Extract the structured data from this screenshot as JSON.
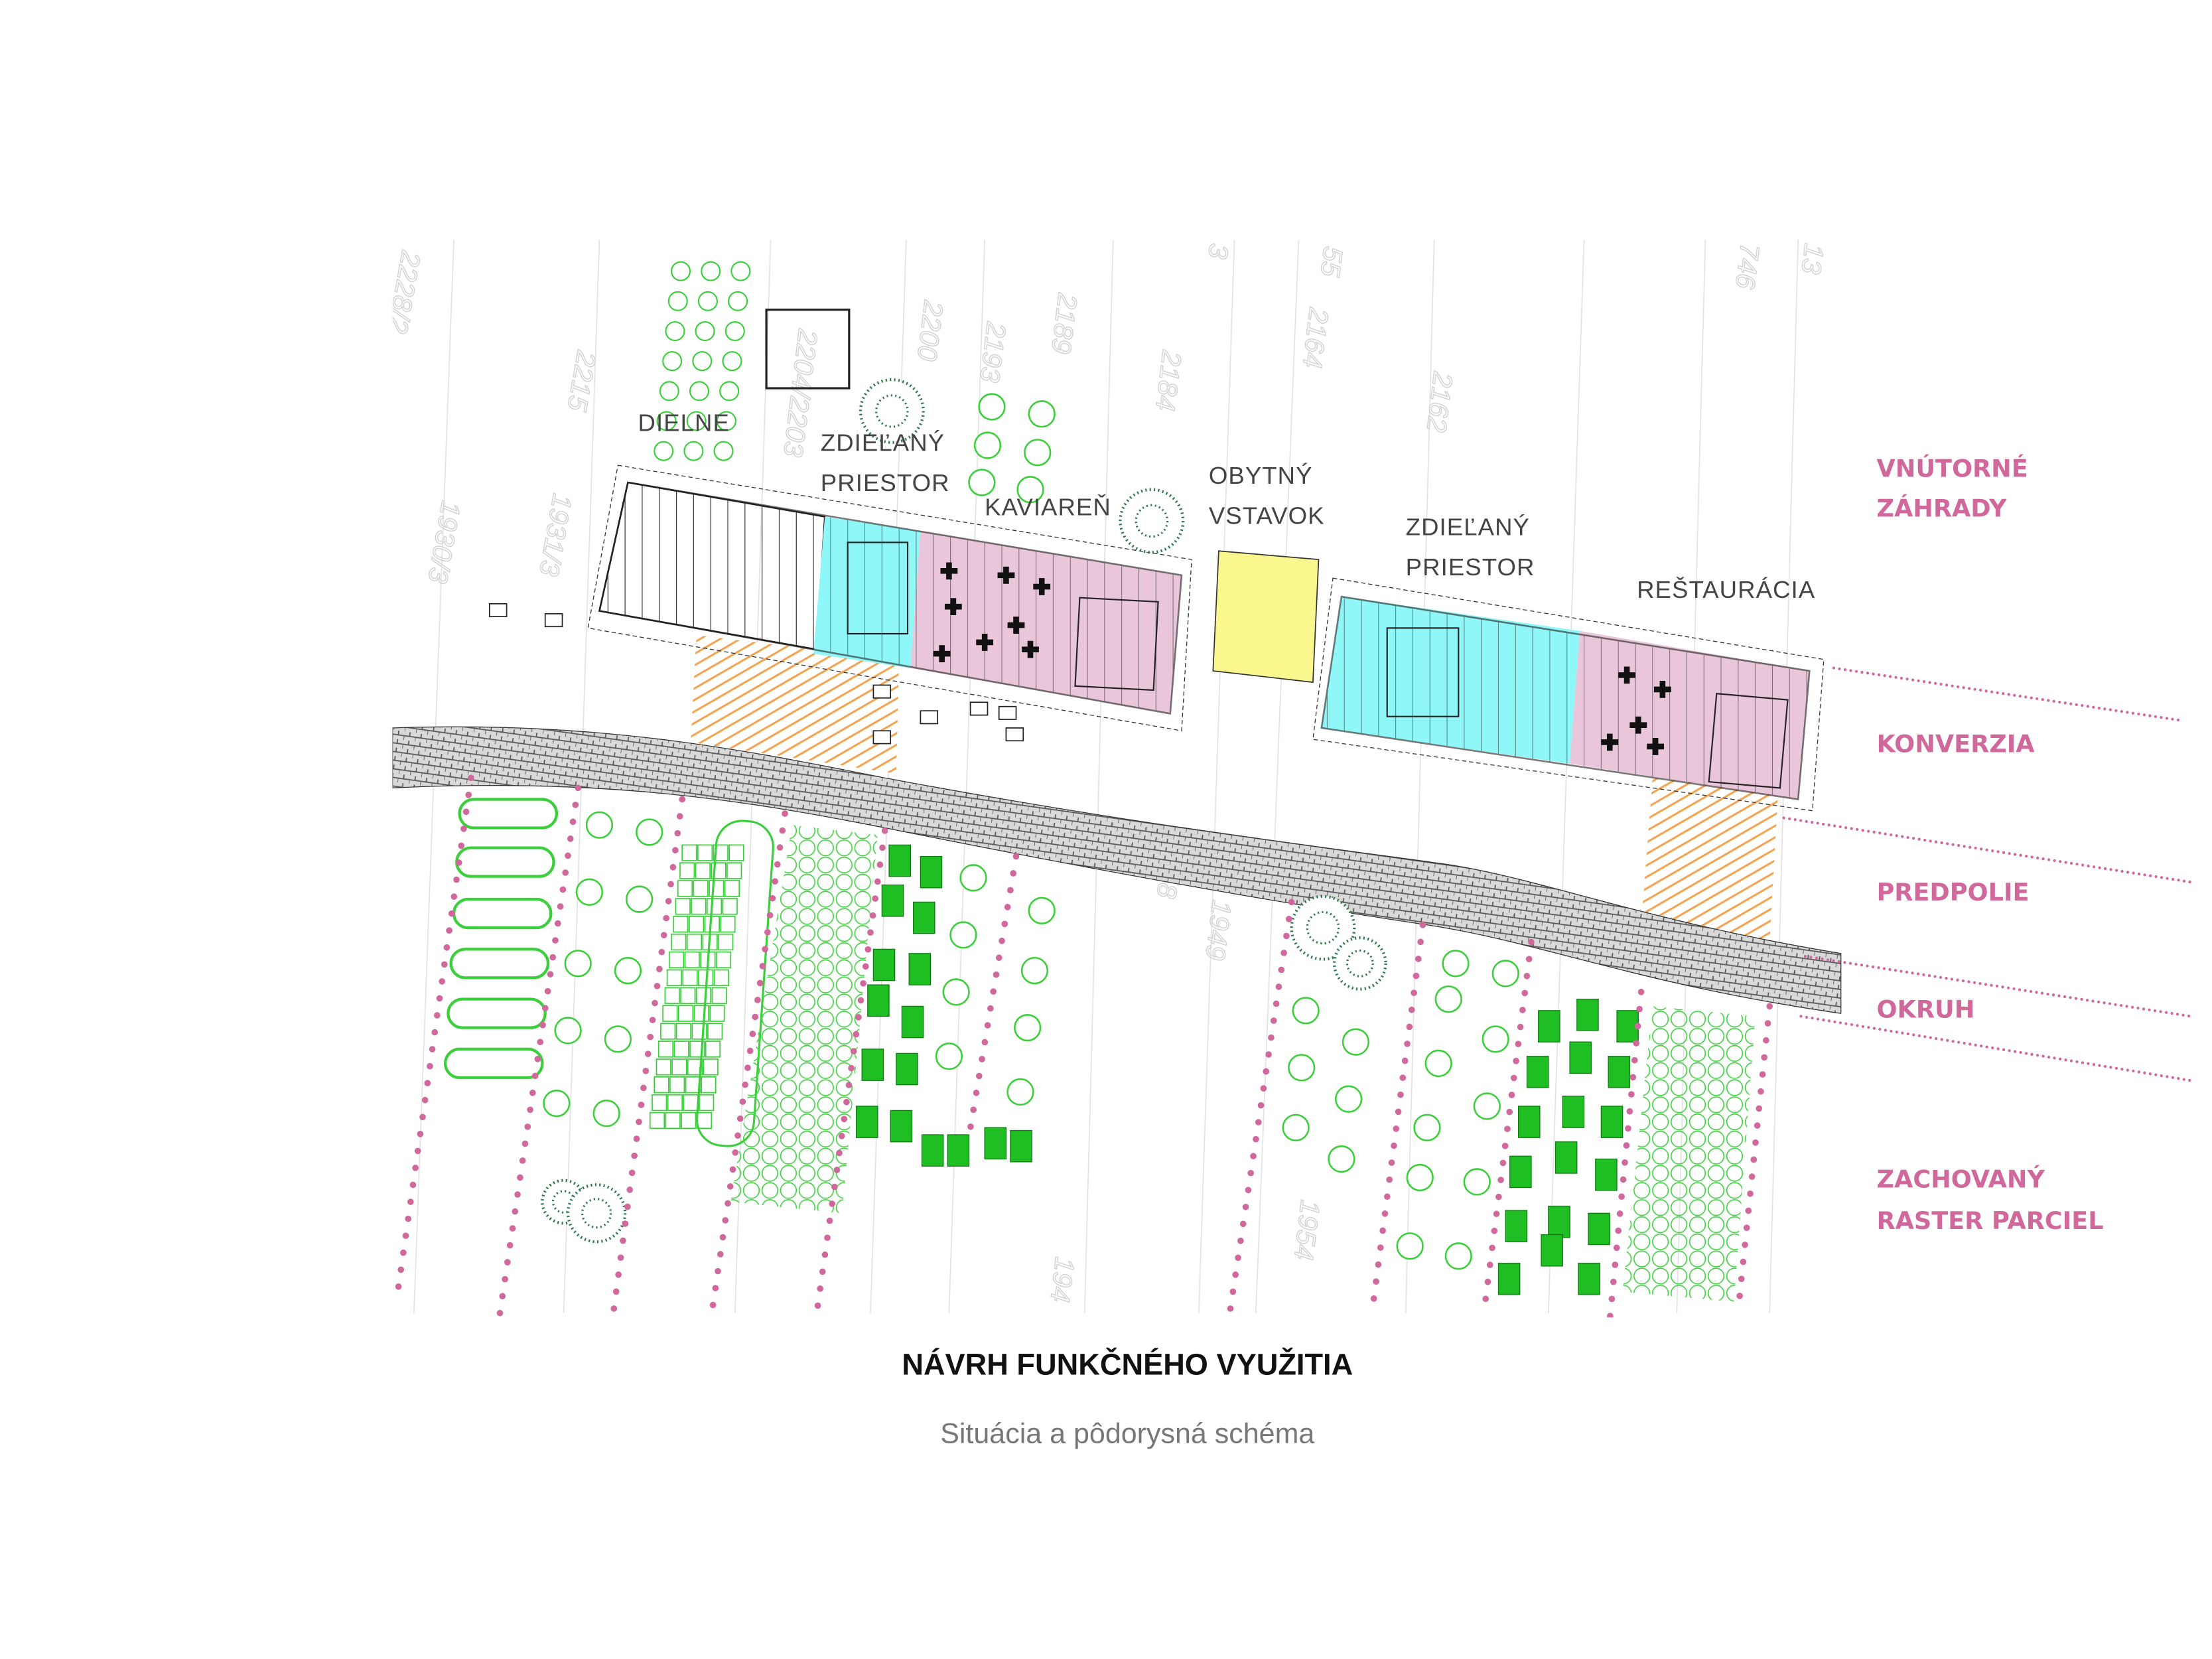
{
  "title": "NÁVRH FUNKČNÉHO VYUŽITIA",
  "subtitle": "Situácia a pôdorysná schéma",
  "function_labels": {
    "dielne": "DIELNE",
    "shared_space_1_line1": "ZDIEĽANÝ",
    "shared_space_1_line2": "PRIESTOR",
    "kaviaren": "KAVIAREŇ",
    "residential_line1": "OBYTNÝ",
    "residential_line2": "VSTAVOK",
    "shared_space_2_line1": "ZDIEĽANÝ",
    "shared_space_2_line2": "PRIESTOR",
    "restauracia": "REŠTAURÁCIA"
  },
  "zone_legend": {
    "inner_gardens_line1": "VNÚTORNÉ",
    "inner_gardens_line2": "ZÁHRADY",
    "conversion": "KONVERZIA",
    "forecourt": "PREDPOLIE",
    "loop": "OKRUH",
    "preserved_line1": "ZACHOVANÝ",
    "preserved_line2": "RASTER PARCIEL"
  },
  "parcel_numbers": [
    "2228/2",
    "2215",
    "2204/2203",
    "2200",
    "2193",
    "2189",
    "2184",
    "2164",
    "55",
    "2162",
    "746",
    "13",
    "3",
    "1930/3",
    "1931/3",
    "1949",
    "1954",
    "194",
    "8"
  ],
  "colors": {
    "accent_pink": "#d0689b",
    "shared_space": "#8ff7f7",
    "cafe_restaurant": "#e9c6d9",
    "residential": "#fbf78f",
    "forecourt_hatch": "#f3a24f",
    "vegetation": "#3ccf3c",
    "trees_dark": "#2f7a4a",
    "road": "#8a8a8a"
  }
}
